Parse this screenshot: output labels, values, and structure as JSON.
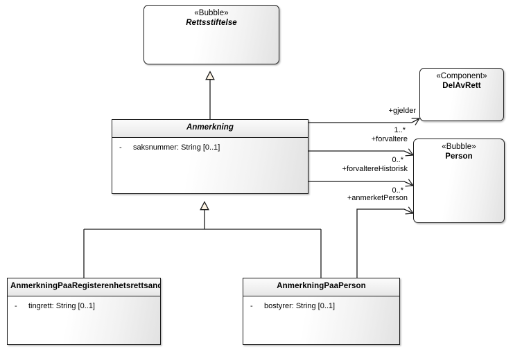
{
  "diagram": {
    "type": "uml-class-diagram",
    "background": "#ffffff",
    "line_color": "#1a1a1a",
    "generalization_fill": "#fdf3e3"
  },
  "classes": [
    {
      "id": "rettsstiftelse",
      "stereotype": "«Bubble»",
      "name": "Rettsstiftelse",
      "abstract": true,
      "banded_header": false,
      "rounded": true,
      "attributes": []
    },
    {
      "id": "delavrett",
      "stereotype": "«Component»",
      "name": "DelAvRett",
      "abstract": false,
      "banded_header": false,
      "rounded": true,
      "attributes": []
    },
    {
      "id": "person",
      "stereotype": "«Bubble»",
      "name": "Person",
      "abstract": false,
      "banded_header": false,
      "rounded": true,
      "attributes": []
    },
    {
      "id": "anmerkning",
      "stereotype": "",
      "name": "Anmerkning",
      "abstract": true,
      "banded_header": true,
      "rounded": false,
      "attributes": [
        {
          "visibility": "-",
          "text": "saksnummer: String [0..1]"
        }
      ]
    },
    {
      "id": "anmerkningpaaregisterenhetsrettsandel",
      "stereotype": "",
      "name": "AnmerkningPaaRegisterenhetsrettsandel",
      "abstract": false,
      "banded_header": true,
      "rounded": false,
      "attributes": [
        {
          "visibility": "-",
          "text": "tingrett: String [0..1]"
        }
      ]
    },
    {
      "id": "anmerkningpaaperson",
      "stereotype": "",
      "name": "AnmerkningPaaPerson",
      "abstract": false,
      "banded_header": true,
      "rounded": false,
      "attributes": [
        {
          "visibility": "-",
          "text": "bostyrer: String [0..1]"
        }
      ]
    }
  ],
  "associations": [
    {
      "id": "gjelder",
      "role": "+gjelder",
      "multiplicity": "1..*",
      "source": "anmerkning",
      "target": "delavrett"
    },
    {
      "id": "forvaltere",
      "role": "+forvaltere",
      "multiplicity": "0..*",
      "source": "anmerkning",
      "target": "person"
    },
    {
      "id": "forvalterehistorisk",
      "role": "+forvaltereHistorisk",
      "multiplicity": "0..*",
      "source": "anmerkning",
      "target": "person"
    },
    {
      "id": "anmerketperson",
      "role": "+anmerketPerson",
      "multiplicity": "",
      "source": "anmerkningpaaperson",
      "target": "person"
    }
  ],
  "generalizations": [
    {
      "id": "gen-anmerkning-rettsstiftelse",
      "specific": "anmerkning",
      "general": "rettsstiftelse"
    },
    {
      "id": "gen-andel-anmerkning",
      "specific": "anmerkningpaaregisterenhetsrettsandel",
      "general": "anmerkning"
    },
    {
      "id": "gen-person-anmerkning",
      "specific": "anmerkningpaaperson",
      "general": "anmerkning"
    }
  ]
}
